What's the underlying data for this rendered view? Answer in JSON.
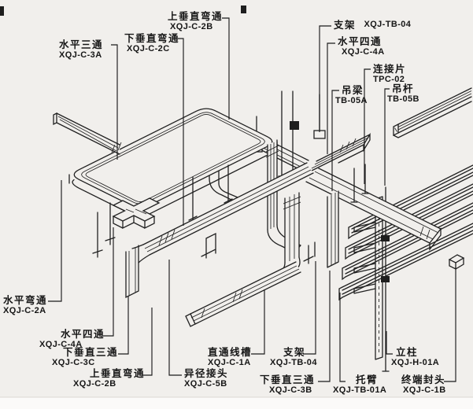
{
  "colors": {
    "background": "#f1efec",
    "line": "#212121",
    "label_text": "#161616",
    "paper_edge": "#fbfaf9"
  },
  "diagram": {
    "subject": "XQJ cable tray assembly isometric diagram"
  },
  "labels": {
    "top": [
      {
        "name": "上垂直弯通",
        "code": "XQJ-C-2B"
      },
      {
        "name": "水平三通",
        "code": "XQJ-C-3A"
      },
      {
        "name": "下垂直弯通",
        "code": "XQJ-C-2C"
      },
      {
        "name": "支架",
        "code": "XQJ-TB-04"
      },
      {
        "name": "水平四通",
        "code": "XQJ-C-4A"
      },
      {
        "name": "连接片",
        "code": "TPC-02"
      },
      {
        "name": "吊梁",
        "code": "TB-05A"
      },
      {
        "name": "吊杆",
        "code": "TB-05B"
      }
    ],
    "bottom": [
      {
        "name": "水平弯通",
        "code": "XQJ-C-2A"
      },
      {
        "name": "水平四通",
        "code": "XQJ-C-4A"
      },
      {
        "name": "下垂直三通",
        "code": "XQJ-C-3C"
      },
      {
        "name": "上垂直弯通",
        "code": "XQJ-C-2B"
      },
      {
        "name": "异径接头",
        "code": "XQJ-C-5B"
      },
      {
        "name": "直通线槽",
        "code": "XQJ-C-1A"
      },
      {
        "name": "支架",
        "code": "XQJ-TB-04"
      },
      {
        "name": "下垂直三通",
        "code": "XQJ-C-3B"
      },
      {
        "name": "托臂",
        "code": "XQJ-TB-01A"
      },
      {
        "name": "立柱",
        "code": "XQJ-H-01A"
      },
      {
        "name": "终端封头",
        "code": "XQJ-C-1B"
      }
    ]
  }
}
